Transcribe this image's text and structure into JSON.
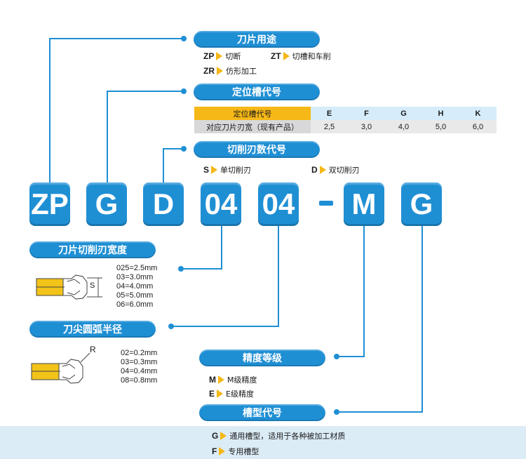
{
  "colors": {
    "blue": "#1f8fd4",
    "yellow": "#f6b817",
    "lightblue": "#d6ecfa"
  },
  "code": [
    "ZP",
    "G",
    "D",
    "04",
    "04",
    "M",
    "G"
  ],
  "separator": "-",
  "usage": {
    "title": "刀片用途",
    "items": [
      {
        "key": "ZP",
        "text": "切断"
      },
      {
        "key": "ZT",
        "text": "切槽和车削"
      },
      {
        "key": "ZR",
        "text": "仿形加工"
      }
    ]
  },
  "slot": {
    "title": "定位槽代号",
    "header_label": "定位槽代号",
    "row_label": "对应刀片刃宽（现有产品）",
    "codes": [
      "E",
      "F",
      "G",
      "H",
      "K"
    ],
    "widths": [
      "2,5",
      "3,0",
      "4,0",
      "5,0",
      "6,0"
    ]
  },
  "edges": {
    "title": "切削刃数代号",
    "items": [
      {
        "key": "S",
        "text": "单切削刃"
      },
      {
        "key": "D",
        "text": "双切削刃"
      }
    ]
  },
  "width": {
    "title": "刀片切削刃宽度",
    "diagram_label": "S",
    "values": [
      "025=2.5mm",
      "03=3.0mm",
      "04=4.0mm",
      "05=5.0mm",
      "06=6.0mm"
    ]
  },
  "radius": {
    "title": "刀尖圆弧半径",
    "diagram_label": "R",
    "values": [
      "02=0.2mm",
      "03=0.3mm",
      "04=0.4mm",
      "08=0.8mm"
    ]
  },
  "precision": {
    "title": "精度等级",
    "items": [
      {
        "key": "M",
        "text": "M级精度"
      },
      {
        "key": "E",
        "text": "E级精度"
      }
    ]
  },
  "groove": {
    "title": "槽型代号",
    "items": [
      {
        "key": "G",
        "text": "通用槽型，适用于各种被加工材质"
      },
      {
        "key": "F",
        "text": "专用槽型"
      }
    ]
  }
}
